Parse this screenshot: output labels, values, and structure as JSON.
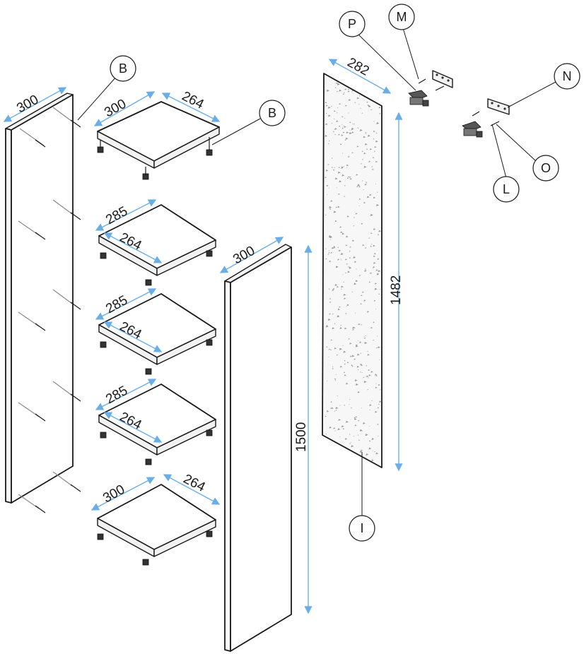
{
  "dimensions": {
    "left_side_width": "300",
    "top_shelf_width": "300",
    "top_shelf_depth": "264",
    "shelf2_width": "285",
    "shelf2_depth": "264",
    "shelf3_width": "285",
    "shelf3_depth": "264",
    "shelf4_width": "285",
    "shelf4_depth": "264",
    "bottom_shelf_width": "300",
    "bottom_shelf_depth": "264",
    "right_side_width": "300",
    "right_side_height": "1500",
    "back_panel_width": "282",
    "back_panel_height": "1482"
  },
  "callouts": {
    "b_left": "B",
    "b_shelf": "B",
    "p": "P",
    "m": "M",
    "n": "N",
    "o": "O",
    "l": "L",
    "i": "I"
  },
  "colors": {
    "dimension_line": "#6aaee8",
    "outline": "#1a1a1a"
  }
}
